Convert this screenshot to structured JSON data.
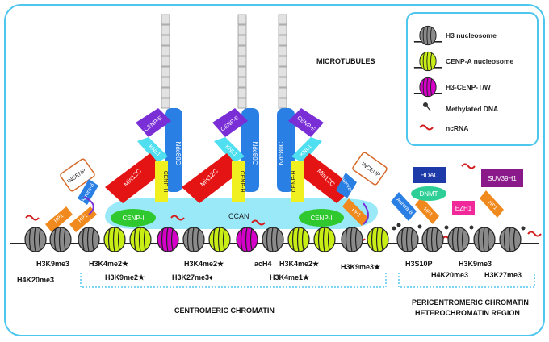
{
  "legend": {
    "items": [
      {
        "label": "H3 nucleosome",
        "icon": "h3-nucleosome",
        "color": "#8a8a8a"
      },
      {
        "label": "CENP-A nucleosome",
        "icon": "cenp-a-nucleosome",
        "color": "#c8ee16"
      },
      {
        "label": "H3-CENP-T/W",
        "icon": "h3-cenp-tw-nucleosome",
        "color": "#d400c8"
      },
      {
        "label": "Methylated DNA",
        "icon": "methylated-dna",
        "color": "#333333"
      },
      {
        "label": "ncRNA",
        "icon": "ncrna-squiggle",
        "color": "#d21e1e"
      }
    ]
  },
  "labels": {
    "microtubules": "MICROTUBULES",
    "ccan": "CCAN",
    "centromeric": "CENTROMERIC CHROMATIN",
    "pericentromeric_1": "PERICENTROMERIC CHROMATIN",
    "pericentromeric_2": "HETEROCHROMATIN REGION"
  },
  "proteins": {
    "cenp_e": "CENP-E",
    "ndc80c": "Ndc80C",
    "knl1": "KNL1",
    "mis12c": "Mis12C",
    "cenp_h": "CENP-H",
    "cenp_i": "CENP-I",
    "incenp": "INCENP",
    "aurora_b": "Aurora-B",
    "hp1": "HP1",
    "hdac": "HDAC",
    "dnmt": "DNMT",
    "ezh1": "EZH1",
    "suv39h1": "SUV39H1"
  },
  "marks": [
    "H3K9me3",
    "H4K20me3",
    "H3K4me2★",
    "H3K9me2★",
    "H3K4me2★",
    "H3K27me3♦",
    "acH4",
    "H3K4me2★",
    "H3K4me1★",
    "H3K9me3★",
    "H3S10P",
    "H3K9me3",
    "H4K20me3",
    "H3K27me3"
  ]
}
